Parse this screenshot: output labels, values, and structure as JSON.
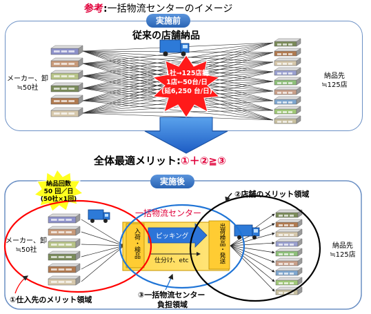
{
  "title": {
    "prefix": "参考",
    "sep": ":",
    "main": "一括物流センターのイメージ"
  },
  "before": {
    "tab": "実施前",
    "heading": "従来の店舗納品",
    "supplier_label_1": "メーカー、卸",
    "supplier_label_2": "≒50社",
    "store_label_1": "納品先",
    "store_label_2": "≒125店",
    "burst_line_1": "1社→125店舗",
    "burst_line_2": "1店←50台/日",
    "burst_line_3": "(延6,250 台/日)"
  },
  "merit": {
    "text": "全体最適メリット:",
    "formula": "①＋②≧③"
  },
  "after": {
    "tab": "実施後",
    "badge_line_1": "納品回数",
    "badge_line_2": "50 回／日",
    "badge_line_3": "(50社×1回)",
    "supplier_label_1": "メーカー、卸",
    "supplier_label_2": "≒50社",
    "center_title": "一括物流センター",
    "inbound_label": "入荷・検品",
    "picking_label": "ピッキング",
    "sorting_label": "仕分け、etc",
    "outbound_label": "出荷検品・発送",
    "store_label_1": "納品先",
    "store_label_2": "≒125店",
    "region1_label": "①仕入先のメリット領域",
    "region2_label": "②店舗のメリット領域",
    "region3_label_1": "③一括物流センター",
    "region3_label_2": "負担領域"
  },
  "colors": {
    "title_red": "#e0003a",
    "tab_blue": "#3a78c4",
    "burst_red": "#ff1a1a",
    "badge_yellow": "#ffff20",
    "arrow_blue": "#2c74d8",
    "center_yellow": "#ffcc33",
    "ellipse_red": "#ff0000",
    "ellipse_blue": "#1f74d6",
    "ellipse_black": "#000000"
  }
}
